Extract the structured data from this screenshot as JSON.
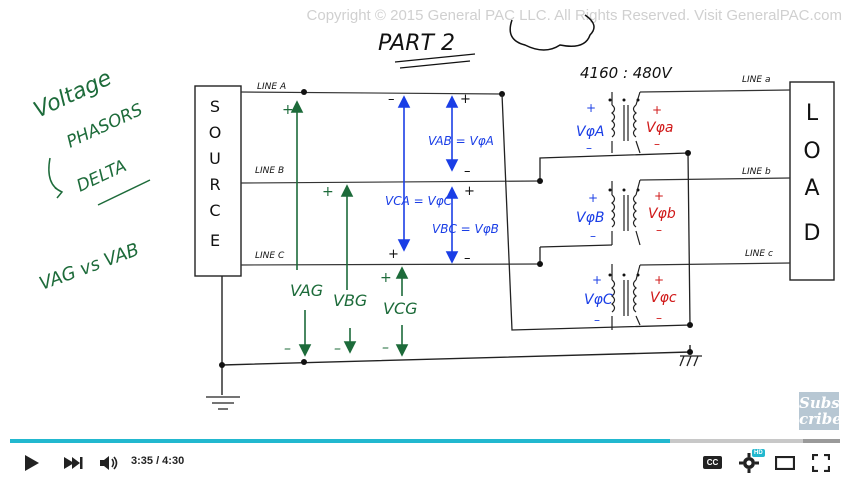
{
  "video": {
    "copyright": "Copyright © 2015 General PAC LLC. All Rights Reserved. Visit GeneralPAC.com",
    "board": {
      "title": "PART 2",
      "left_notes": [
        "Voltage",
        "PHASORS",
        "DELTA",
        "VAG vs VAB"
      ],
      "source_letters": [
        "S",
        "O",
        "U",
        "R",
        "C",
        "E"
      ],
      "load_letters": [
        "L",
        "O",
        "A",
        "D"
      ],
      "line_labels_left": [
        "LINE A",
        "LINE B",
        "LINE C"
      ],
      "line_labels_right": [
        "LINE a",
        "LINE b",
        "LINE c"
      ],
      "transformer_ratio": "4160 : 480V",
      "delta_labels": [
        "VAB = VφA",
        "VCA = VφC",
        "VBC = VφB"
      ],
      "ground_labels": [
        "VAG",
        "VBG",
        "VCG"
      ],
      "primary_labels": [
        "VφA",
        "VφB",
        "VφC"
      ],
      "secondary_labels": [
        "Vφa",
        "Vφb",
        "Vφc"
      ]
    },
    "subscribe": "Subs cribe"
  },
  "player": {
    "time": "3:35 / 4:30",
    "progress_fraction": 0.795,
    "buffer_fraction": 0.955,
    "cc_label": "CC",
    "hd_badge": "HD",
    "colors": {
      "accent": "#22b8cf",
      "blue_ink": "#1a3ee6",
      "green_ink": "#1d6b3a",
      "red_ink": "#d01818"
    },
    "icons": [
      "play-icon",
      "next-icon",
      "volume-icon",
      "captions-icon",
      "settings-icon",
      "theater-icon",
      "fullscreen-icon"
    ]
  }
}
